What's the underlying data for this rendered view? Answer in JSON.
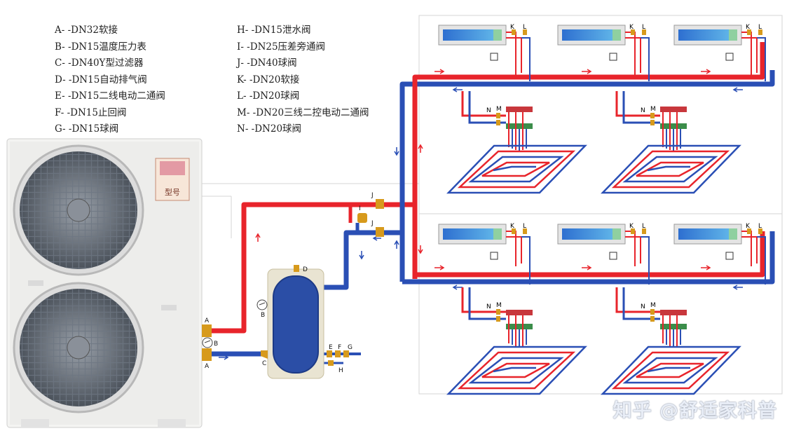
{
  "legend": {
    "left": [
      "A- -DN32软接",
      "B- -DN15温度压力表",
      "C- -DN40Y型过滤器",
      "D- -DN15自动排气阀",
      "E- -DN15二线电动二通阀",
      "F- -DN15止回阀",
      "G- -DN15球阀"
    ],
    "right": [
      "H- -DN15泄水阀",
      "I- -DN25压差旁通阀",
      "J- -DN40球阀",
      "K- -DN20软接",
      "L- -DN20球阀",
      "M- -DN20三线二控电动二通阀",
      "N- -DN20球阀"
    ]
  },
  "outdoor_unit": {
    "sticker_text": "型号"
  },
  "labels": {
    "A": "A",
    "B": "B",
    "C": "C",
    "D": "D",
    "E": "E",
    "F": "F",
    "G": "G",
    "H": "H",
    "I": "I",
    "J": "J",
    "K": "K",
    "L": "L",
    "M": "M",
    "N": "N"
  },
  "colors": {
    "supply": "#e8242b",
    "return": "#2a4fb5",
    "floor_loop_red": "#e8242b",
    "floor_loop_blue": "#2a4fb5"
  },
  "watermark": "知乎 @舒适家科普"
}
